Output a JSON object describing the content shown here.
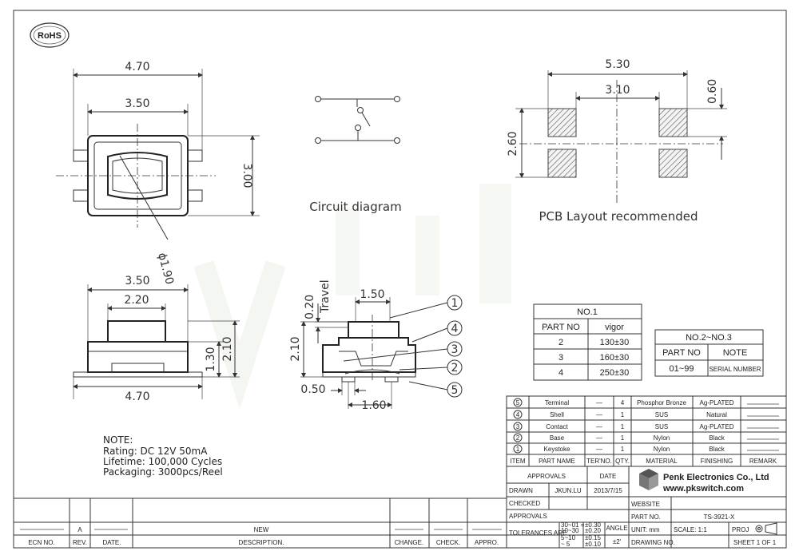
{
  "logo": {
    "text": "RoHS"
  },
  "top_view": {
    "width_outer": "4.70",
    "width_inner": "3.50",
    "height": "3.00",
    "diameter": "ϕ1.90"
  },
  "circuit": {
    "label": "Circuit diagram"
  },
  "pcb": {
    "label": "PCB Layout recommended",
    "dim_outer": "5.30",
    "dim_inner": "3.10",
    "pad": "0.60",
    "height": "2.60"
  },
  "side_view": {
    "top_width": "3.50",
    "button_width": "2.20",
    "base_width": "4.70",
    "h1": "1.30",
    "h2": "2.10"
  },
  "section_view": {
    "travel_value": "0.20",
    "travel_label": "Travel",
    "top_width": "1.50",
    "height": "2.10",
    "pin_width": "0.50",
    "pitch": "1.60",
    "callouts": [
      "1",
      "2",
      "3",
      "4",
      "5"
    ]
  },
  "force_table": {
    "title": "NO.1",
    "headers": [
      "PART NO",
      "vigor"
    ],
    "rows": [
      [
        "2",
        "130±30"
      ],
      [
        "3",
        "160±30"
      ],
      [
        "4",
        "250±30"
      ]
    ]
  },
  "serial_table": {
    "title": "NO.2~NO.3",
    "headers": [
      "PART NO",
      "NOTE"
    ],
    "rows": [
      [
        "01~99",
        "SERIAL NUMBER"
      ]
    ]
  },
  "notes": {
    "title": "NOTE:",
    "lines": [
      "Rating: DC 12V 50mA",
      "Lifetime: 100,000 Cycles",
      "Packaging: 3000pcs/Reel"
    ]
  },
  "bom": {
    "rows": [
      {
        "item": "5",
        "name": "Terminal",
        "ter": "—",
        "qty": "4",
        "material": "Phosphor Bronze",
        "finish": "Ag-PLATED",
        "remark": ""
      },
      {
        "item": "4",
        "name": "Shell",
        "ter": "—",
        "qty": "1",
        "material": "SUS",
        "finish": "Natural",
        "remark": ""
      },
      {
        "item": "3",
        "name": "Contact",
        "ter": "—",
        "qty": "1",
        "material": "SUS",
        "finish": "Ag-PLATED",
        "remark": ""
      },
      {
        "item": "2",
        "name": "Base",
        "ter": "—",
        "qty": "1",
        "material": "Nylon",
        "finish": "Black",
        "remark": ""
      },
      {
        "item": "1",
        "name": "Keystoke",
        "ter": "—",
        "qty": "1",
        "material": "Nylon",
        "finish": "Black",
        "remark": ""
      }
    ],
    "headers": [
      "ITEM",
      "PART NAME",
      "TER'NO.",
      "QTY.",
      "MATERIAL",
      "FINISHING",
      "REMARK"
    ]
  },
  "title_block": {
    "approvals": "APPROVALS",
    "date": "DATE",
    "drawn": "DRAWN",
    "drawn_by": "JKUN.LU",
    "drawn_date": "2013/7/15",
    "checked": "CHECKED",
    "approvals2": "APPROVALS",
    "tolerances": "TOLERANCES ARE",
    "tol_ranges": [
      "30~01 =",
      "10~30",
      "5~10",
      "~ 5"
    ],
    "tol_values": [
      "±0.30",
      "±0.20",
      "±0.15",
      "±0.10"
    ],
    "angle": "ANGLE",
    "angle_value": "±2'",
    "company": "Penk Electronics Co., Ltd",
    "website_url": "www.pkswitch.com",
    "website": "WEBSITE",
    "part_no": "PART NO.",
    "part_value": "TS-3921-X",
    "unit": "UNIT: mm",
    "scale": "SCALE: 1:1",
    "proj": "PROJ",
    "drawing_no": "DRAWING NO.",
    "sheet": "SHEET  1 OF 1"
  },
  "revision": {
    "rev": "A",
    "desc": "NEW",
    "headers": [
      "ECN NO.",
      "REV.",
      "DATE.",
      "DESCRIPTION.",
      "CHANGE.",
      "CHECK.",
      "APPRO."
    ]
  },
  "colors": {
    "line": "#333333",
    "watermark": "#e8efe0"
  }
}
